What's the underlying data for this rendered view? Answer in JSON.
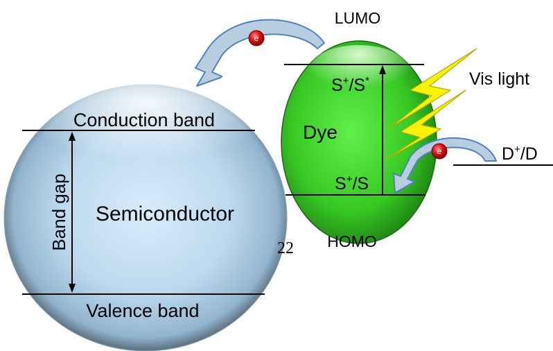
{
  "semiconductor": {
    "label": "Semiconductor",
    "conduction_band": "Conduction band",
    "valence_band": "Valence band",
    "band_gap": "Band gap",
    "color": "#aecde0"
  },
  "dye": {
    "label": "Dye",
    "lumo": "LUMO",
    "homo": "HOMO",
    "excited_state": {
      "base": "S",
      "sup1": "+",
      "sep": "/S",
      "sup2": "*"
    },
    "ground_state": {
      "base": "S",
      "sup1": "+",
      "sep": "/S"
    },
    "color": "#3ed42a"
  },
  "light": {
    "label": "Vis light",
    "color": "#f5f00a"
  },
  "donor": {
    "base": "D",
    "sup": "+",
    "sep": "/D"
  },
  "electron_symbol": "e",
  "page_number": "22",
  "colors": {
    "arrow_fill": "#b9cde0",
    "arrow_stroke": "#4f81bd",
    "electron": "#e01010"
  }
}
